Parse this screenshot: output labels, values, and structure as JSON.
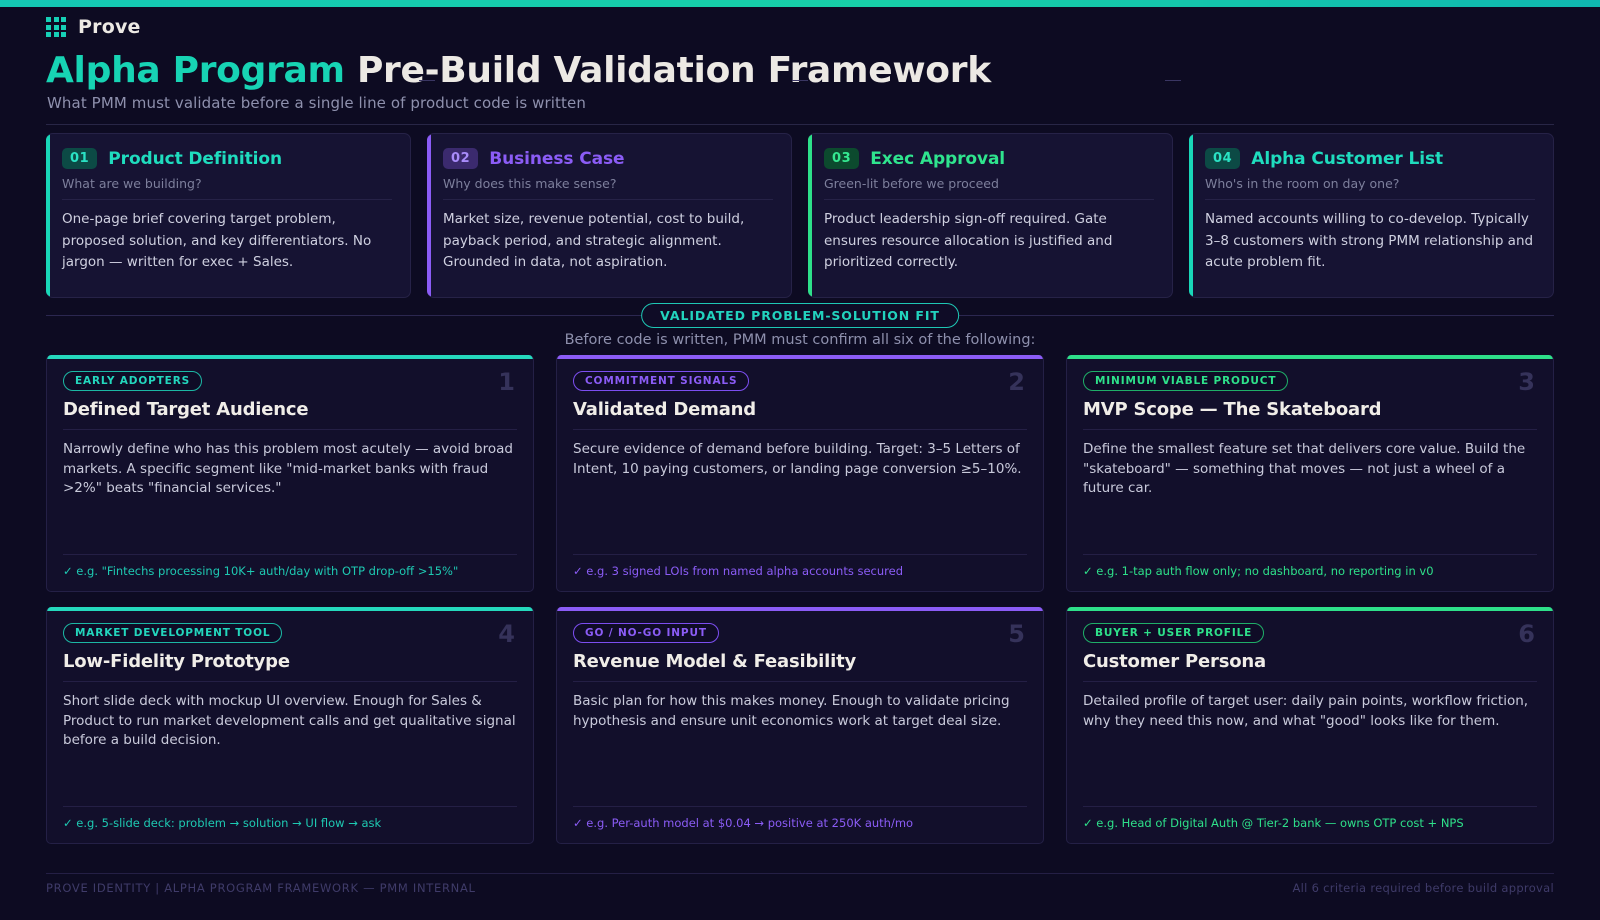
{
  "brand": {
    "name": "Prove",
    "logo_icon": "grid-9-dots-icon",
    "accent": "#16d0b6"
  },
  "header": {
    "title_accent": "Alpha Program",
    "title_plain": "Pre-Build Validation Framework",
    "subtitle": "What PMM must validate before a single line of product code is written"
  },
  "stages": [
    {
      "num": "01",
      "title": "Product Definition",
      "question": "What are we building?",
      "body": "One-page brief covering target problem, proposed solution, and key differentiators. No jargon — written for exec + Sales.",
      "color": "#19d7b8"
    },
    {
      "num": "02",
      "title": "Business Case",
      "question": "Why does this make sense?",
      "body": "Market size, revenue potential, cost to build, payback period, and strategic alignment. Grounded in data, not aspiration.",
      "color": "#8b5cf6"
    },
    {
      "num": "03",
      "title": "Exec Approval",
      "question": "Green-lit before we proceed",
      "body": "Product leadership sign-off required. Gate ensures resource allocation is justified and prioritized correctly.",
      "color": "#2ee08a"
    },
    {
      "num": "04",
      "title": "Alpha Customer List",
      "question": "Who's in the room on day one?",
      "body": "Named accounts willing to co-develop. Typically 3–8 customers with strong PMM relationship and acute problem fit.",
      "color": "#19d7b8"
    }
  ],
  "divider": {
    "badge": "VALIDATED PROBLEM-SOLUTION FIT",
    "subtitle": "Before code is written, PMM must confirm all six of the following:"
  },
  "criteria": [
    {
      "index": "1",
      "tag": "EARLY ADOPTERS",
      "title": "Defined Target Audience",
      "desc": "Narrowly define who has this problem most acutely — avoid broad markets. A specific segment like \"mid-market banks with fraud >2%\" beats \"financial services.\"",
      "example": "✓ e.g. \"Fintechs processing 10K+ auth/day with OTP drop-off >15%\"",
      "color": "#25d9bd"
    },
    {
      "index": "2",
      "tag": "COMMITMENT SIGNALS",
      "title": "Validated Demand",
      "desc": "Secure evidence of demand before building. Target: 3–5 Letters of Intent, 10 paying customers, or landing page conversion ≥5–10%.",
      "example": "✓ e.g. 3 signed LOIs from named alpha accounts secured",
      "color": "#8b5cf6"
    },
    {
      "index": "3",
      "tag": "MINIMUM VIABLE PRODUCT",
      "title": "MVP Scope — The Skateboard",
      "desc": "Define the smallest feature set that delivers core value. Build the \"skateboard\" — something that moves — not just a wheel of a future car.",
      "example": "✓ e.g. 1-tap auth flow only; no dashboard, no reporting in v0",
      "color": "#2ee08a"
    },
    {
      "index": "4",
      "tag": "MARKET DEVELOPMENT TOOL",
      "title": "Low-Fidelity Prototype",
      "desc": "Short slide deck with mockup UI overview. Enough for Sales & Product to run market development calls and get qualitative signal before a build decision.",
      "example": "✓ e.g. 5-slide deck: problem → solution → UI flow → ask",
      "color": "#25d9bd"
    },
    {
      "index": "5",
      "tag": "GO / NO-GO INPUT",
      "title": "Revenue Model & Feasibility",
      "desc": "Basic plan for how this makes money. Enough to validate pricing hypothesis and ensure unit economics work at target deal size.",
      "example": "✓ e.g. Per-auth model at $0.04 → positive at 250K auth/mo",
      "color": "#8b5cf6"
    },
    {
      "index": "6",
      "tag": "BUYER + USER PROFILE",
      "title": "Customer Persona",
      "desc": "Detailed profile of target user: daily pain points, workflow friction, why they need this now, and what \"good\" looks like for them.",
      "example": "✓ e.g. Head of Digital Auth @ Tier-2 bank — owns OTP cost + NPS",
      "color": "#2ee08a"
    }
  ],
  "footer": {
    "left": "PROVE IDENTITY  |  ALPHA PROGRAM FRAMEWORK  —  PMM INTERNAL",
    "right": "All 6 criteria required before build approval"
  }
}
